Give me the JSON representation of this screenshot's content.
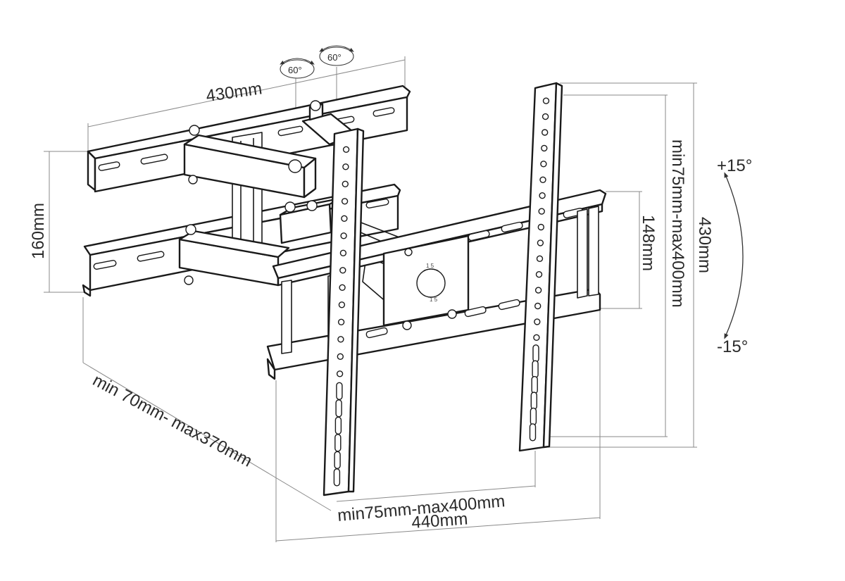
{
  "dimensions": {
    "wall_plate_width": "430mm",
    "wall_plate_height": "160mm",
    "extension": "min 70mm- max370mm",
    "vesa_horizontal": "min75mm-max400mm",
    "overall_width": "440mm",
    "vesa_vertical": "min75mm-max400mm",
    "vertical_height": "430mm",
    "crossbar_height": "148mm"
  },
  "swivel": {
    "left_angle": "60°",
    "right_angle": "60°"
  },
  "tilt": {
    "up": "+15°",
    "down": "-15°"
  }
}
